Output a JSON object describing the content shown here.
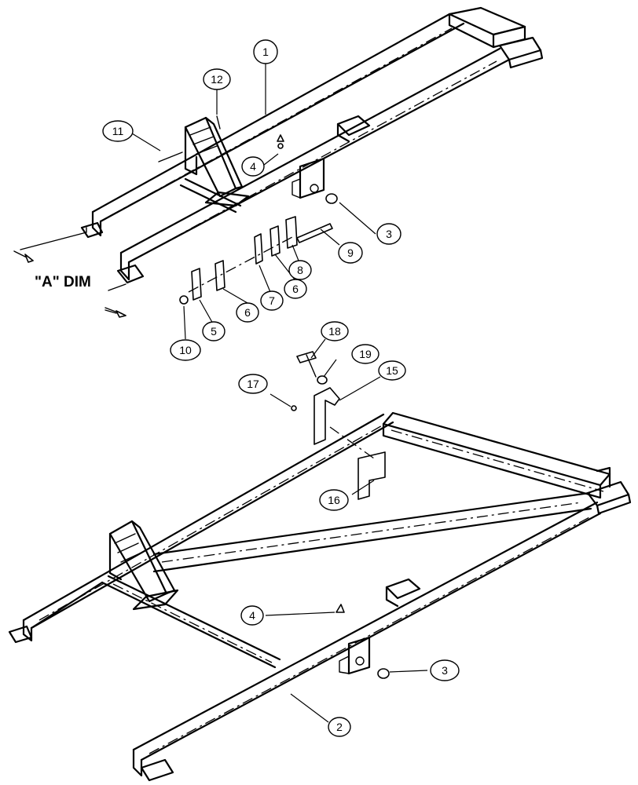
{
  "diagram": {
    "dimension_label": "\"A\" DIM",
    "callouts": [
      {
        "id": "1",
        "label": "1"
      },
      {
        "id": "12",
        "label": "12"
      },
      {
        "id": "11",
        "label": "11"
      },
      {
        "id": "4a",
        "label": "4"
      },
      {
        "id": "3a",
        "label": "3"
      },
      {
        "id": "9",
        "label": "9"
      },
      {
        "id": "8",
        "label": "8"
      },
      {
        "id": "6a",
        "label": "6"
      },
      {
        "id": "7",
        "label": "7"
      },
      {
        "id": "6b",
        "label": "6"
      },
      {
        "id": "5",
        "label": "5"
      },
      {
        "id": "10",
        "label": "10"
      },
      {
        "id": "18",
        "label": "18"
      },
      {
        "id": "19",
        "label": "19"
      },
      {
        "id": "15",
        "label": "15"
      },
      {
        "id": "17",
        "label": "17"
      },
      {
        "id": "16",
        "label": "16"
      },
      {
        "id": "4b",
        "label": "4"
      },
      {
        "id": "3b",
        "label": "3"
      },
      {
        "id": "2",
        "label": "2"
      }
    ]
  }
}
